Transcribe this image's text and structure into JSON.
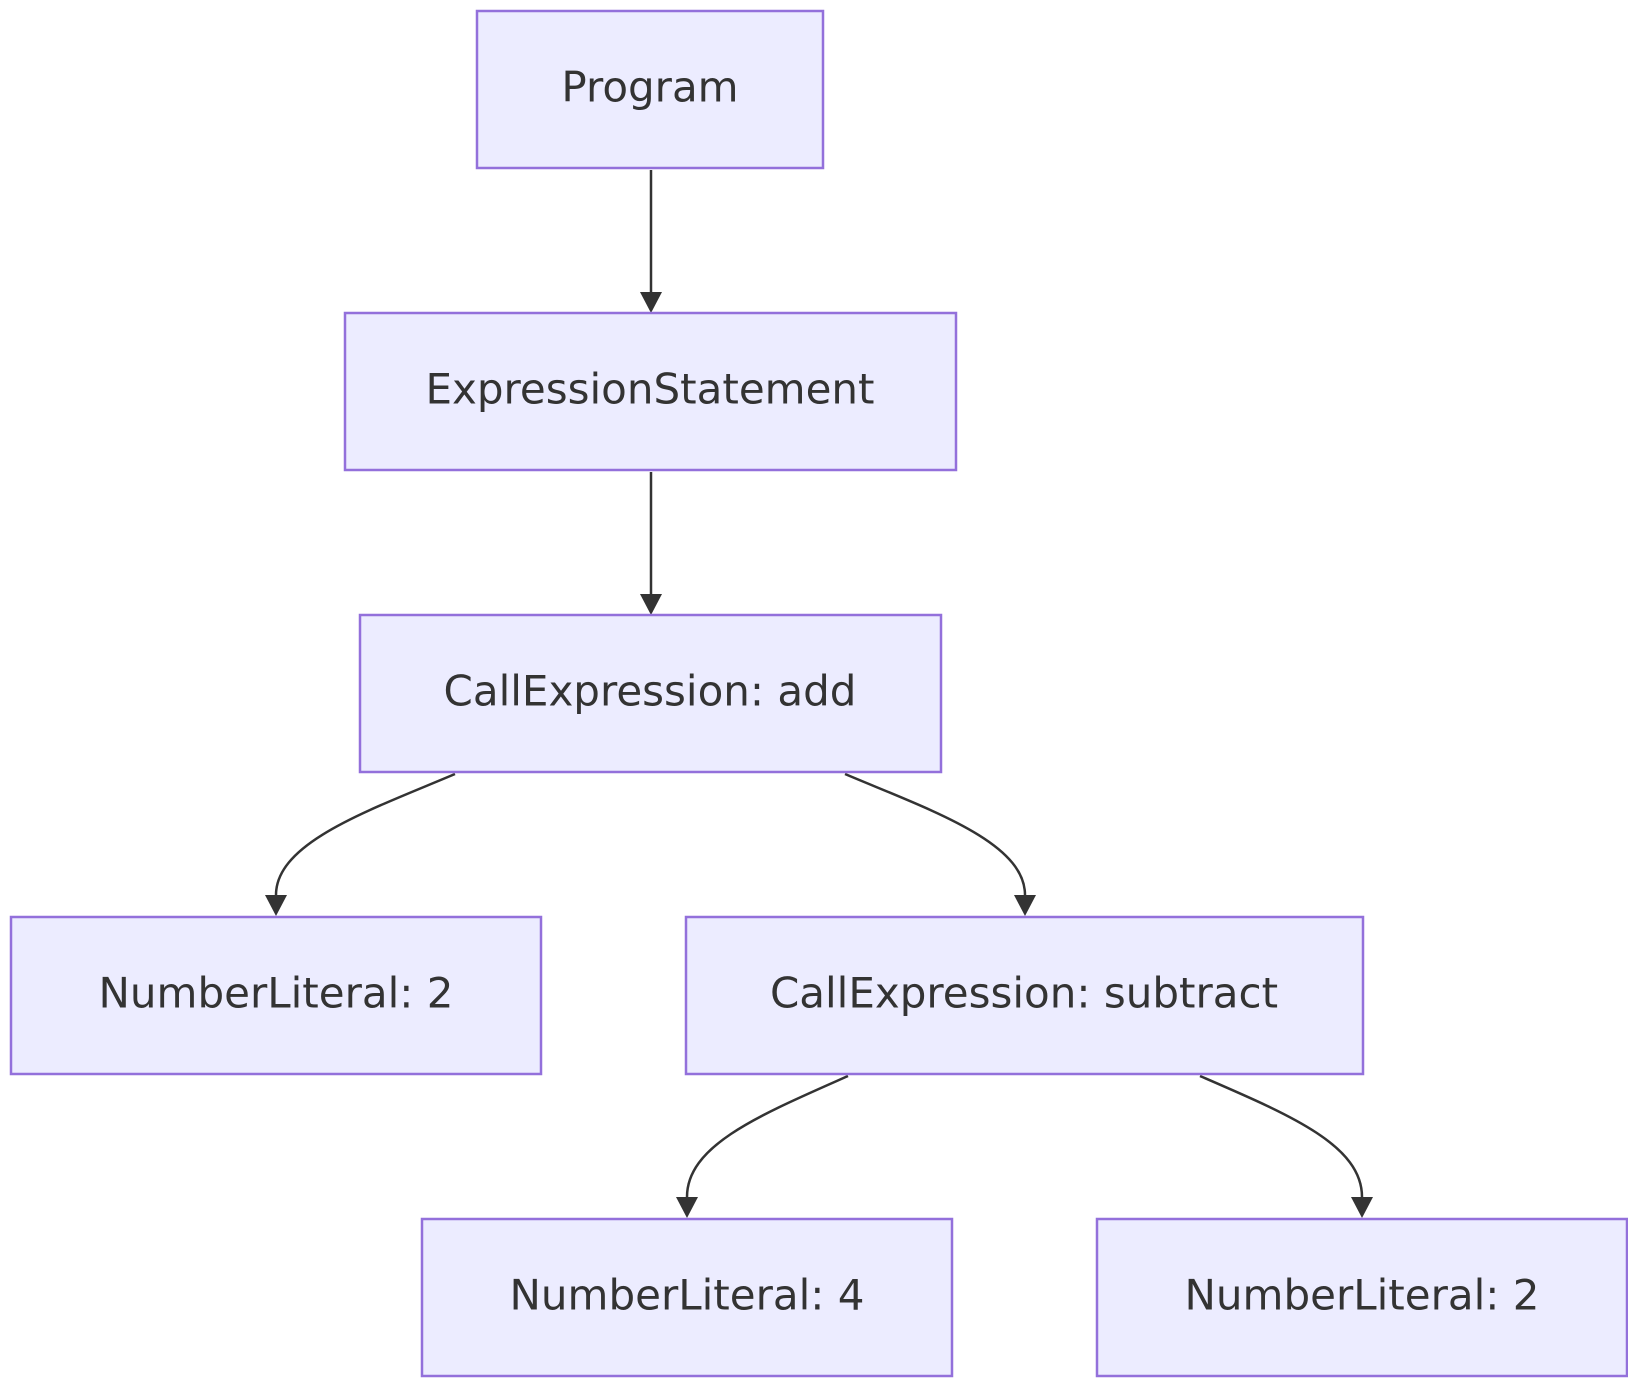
{
  "diagram": {
    "type": "flowchart-tree",
    "node_fill": "#ececff",
    "node_stroke": "#9370db",
    "edge_color": "#333333",
    "nodes": [
      {
        "id": "program",
        "label": "Program"
      },
      {
        "id": "expression-statement",
        "label": "ExpressionStatement"
      },
      {
        "id": "call-add",
        "label": "CallExpression: add"
      },
      {
        "id": "number-2-left",
        "label": "NumberLiteral: 2"
      },
      {
        "id": "call-subtract",
        "label": "CallExpression: subtract"
      },
      {
        "id": "number-4",
        "label": "NumberLiteral: 4"
      },
      {
        "id": "number-2-right",
        "label": "NumberLiteral: 2"
      }
    ],
    "edges": [
      {
        "from": "program",
        "to": "expression-statement"
      },
      {
        "from": "expression-statement",
        "to": "call-add"
      },
      {
        "from": "call-add",
        "to": "number-2-left"
      },
      {
        "from": "call-add",
        "to": "call-subtract"
      },
      {
        "from": "call-subtract",
        "to": "number-4"
      },
      {
        "from": "call-subtract",
        "to": "number-2-right"
      }
    ]
  }
}
